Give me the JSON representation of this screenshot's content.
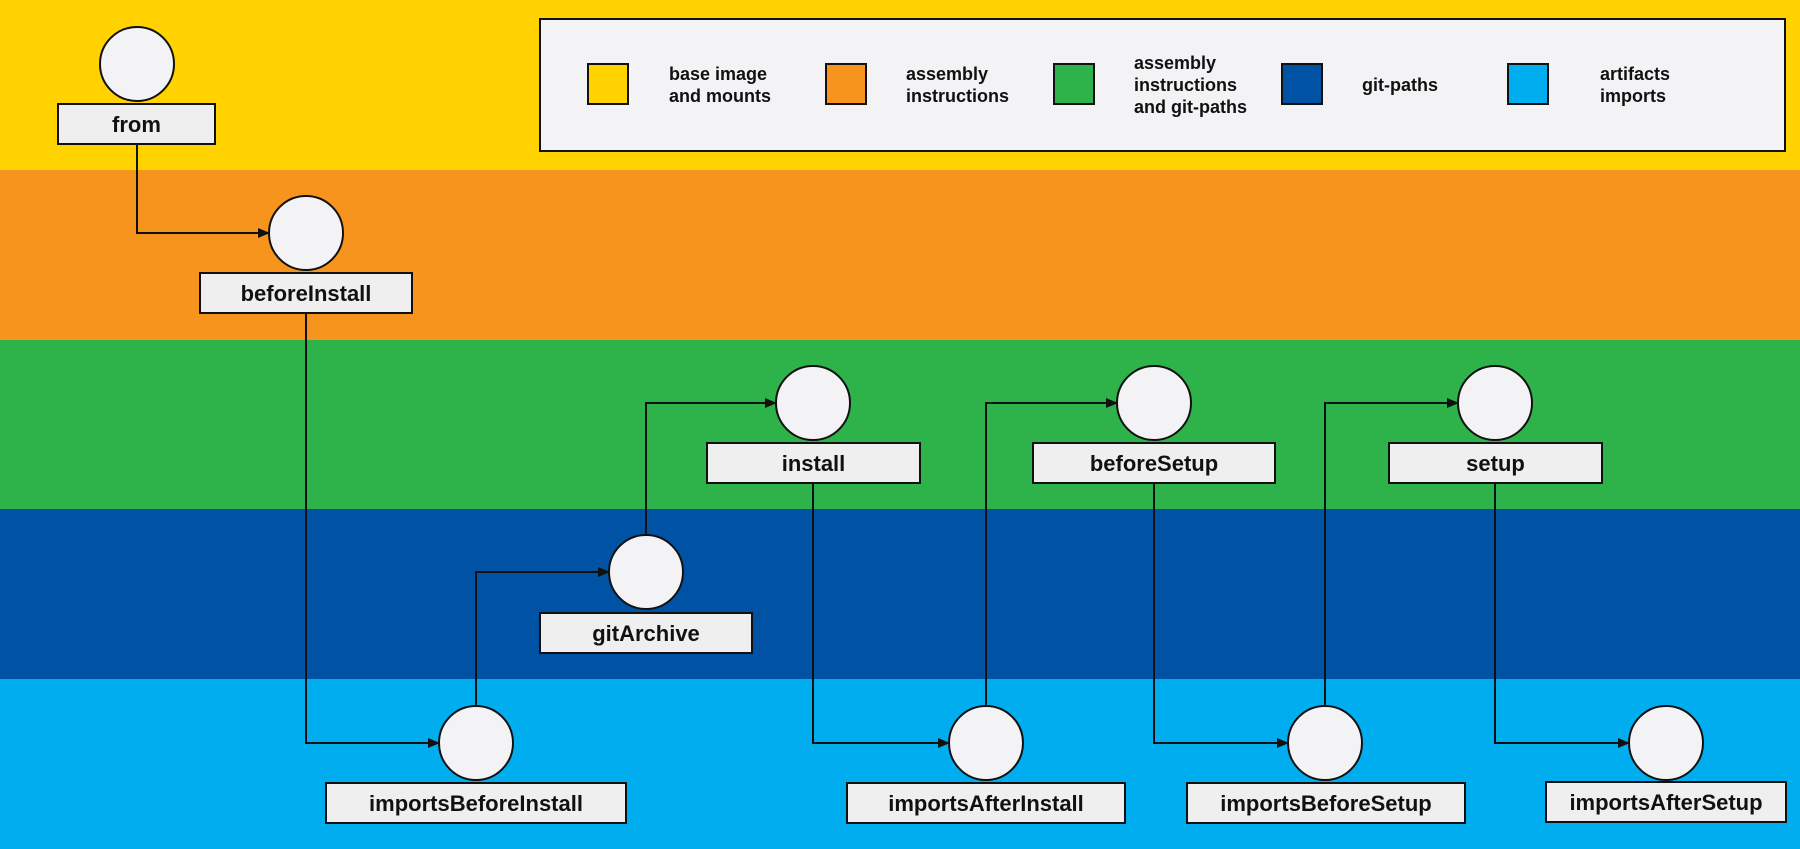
{
  "colors": {
    "band_base": "#FFD200",
    "band_assembly": "#F7941E",
    "band_assembly_git": "#2DB34A",
    "band_git": "#0052A5",
    "band_artifacts": "#00AEEF",
    "node_fill": "#F3F3F6",
    "box_fill": "#EFEFEF",
    "stroke": "#111111",
    "legend_bg": "#F3F3F6"
  },
  "legend": [
    {
      "lines": [
        "base image",
        "and mounts"
      ],
      "color": "#FFD200"
    },
    {
      "lines": [
        "assembly",
        "instructions"
      ],
      "color": "#F7941E"
    },
    {
      "lines": [
        "assembly",
        "instructions",
        "and git-paths"
      ],
      "color": "#2DB34A"
    },
    {
      "lines": [
        "git-paths"
      ],
      "color": "#0052A5"
    },
    {
      "lines": [
        "artifacts",
        "imports"
      ],
      "color": "#00AEEF"
    }
  ],
  "stages": [
    {
      "id": "from",
      "label": "from"
    },
    {
      "id": "beforeInstall",
      "label": "beforeInstall"
    },
    {
      "id": "importsBeforeInstall",
      "label": "importsBeforeInstall"
    },
    {
      "id": "gitArchive",
      "label": "gitArchive"
    },
    {
      "id": "install",
      "label": "install"
    },
    {
      "id": "importsAfterInstall",
      "label": "importsAfterInstall"
    },
    {
      "id": "beforeSetup",
      "label": "beforeSetup"
    },
    {
      "id": "importsBeforeSetup",
      "label": "importsBeforeSetup"
    },
    {
      "id": "setup",
      "label": "setup"
    },
    {
      "id": "importsAfterSetup",
      "label": "importsAfterSetup"
    }
  ],
  "edges": [
    [
      "from",
      "beforeInstall"
    ],
    [
      "beforeInstall",
      "importsBeforeInstall"
    ],
    [
      "importsBeforeInstall",
      "gitArchive"
    ],
    [
      "gitArchive",
      "install"
    ],
    [
      "install",
      "importsAfterInstall"
    ],
    [
      "importsAfterInstall",
      "beforeSetup"
    ],
    [
      "beforeSetup",
      "importsBeforeSetup"
    ],
    [
      "importsBeforeSetup",
      "setup"
    ],
    [
      "setup",
      "importsAfterSetup"
    ]
  ]
}
